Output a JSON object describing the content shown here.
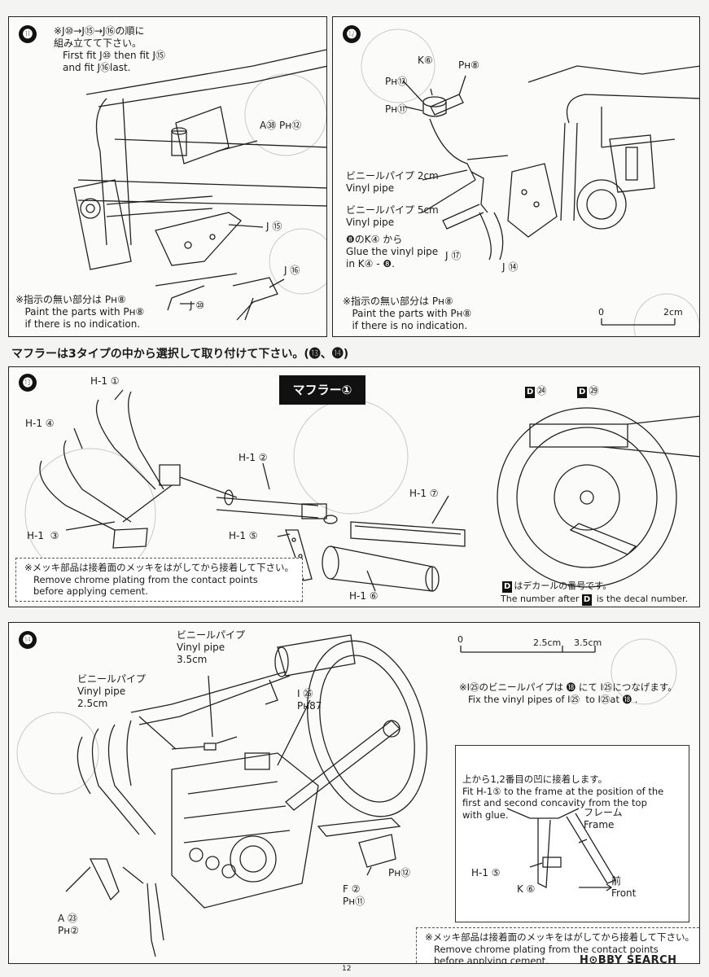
{
  "step11": {
    "number": "⓫",
    "order_note_ja": "※J⑩→J⑮→J⑯の順に\n組み立てて下さい。",
    "order_note_en": "First fit J⑩ then fit J⑮\nand fit J⑯last.",
    "label_a38": "A㊳ Pн⑫",
    "label_j15": "J ⑮",
    "label_j16": "J ⑯",
    "label_j10": "J ⑩",
    "paint_note": "※指示の無い部分は Pн⑧\n   Paint the parts with Pн⑧\n   if there is no indication."
  },
  "step12": {
    "number": "⓬",
    "label_k6": "K⑥",
    "label_ph8": "Pн⑧",
    "label_ph12": "Pн⑫",
    "label_ph11": "Pн⑪",
    "vinyl_2cm": "ビニールパイプ 2cm\nVinyl pipe",
    "vinyl_5cm": "ビニールパイプ 5cm\nVinyl pipe",
    "glue_note": "❽のK④ から\nGlue the vinyl pipe\nin K④ - ❽.",
    "label_j17": "J ⑰",
    "label_j14": "J ⑭",
    "paint_note": "※指示の無い部分は Pн⑧\n   Paint the parts with Pн⑧\n   if there is no indication.",
    "scale_zero": "0",
    "scale_end": "2cm"
  },
  "muffler_heading": "マフラーは3タイプの中から選択して取り付けて下さい。(⓭、⓮)",
  "step13": {
    "number": "⓭",
    "muffler_tag": "マフラー①",
    "label_h1_1": "H-1 ①",
    "label_h1_4": "H-1 ④",
    "label_h1_3": "H-1  ③",
    "label_h1_2": "H-1 ②",
    "label_h1_7": "H-1 ⑦",
    "label_h1_5": "H-1 ⑤",
    "label_h1_6": "H-1 ⑥",
    "decal_24": "㉔",
    "decal_29": "㉙",
    "decal_letter": "D",
    "chrome_note": "※メッキ部品は接着面のメッキをはがしてから接着して下さい。\n   Remove chrome plating from the contact points\n   before applying cement.",
    "decal_note_ja": "はデカールの番号です。",
    "decal_note_en_pre": "The number after",
    "decal_note_en_post": "is the decal number."
  },
  "step14": {
    "number": "⓮",
    "vinyl_35": "ビニールパイプ\nVinyl pipe\n3.5cm",
    "vinyl_25": "ビニールパイプ\nVinyl pipe\n2.5cm",
    "label_i26": "I ㉖\nPн87",
    "label_a23": "A ㉓\nPн②",
    "label_f2": "F ②\nPн⑪",
    "label_ph12": "Pн⑫",
    "scale_zero": "0",
    "scale_25": "2.5cm",
    "scale_35": "3.5cm",
    "vinyl_connect_note": "※I㉕のビニールパイプは ⓲ にて I㉕につなげます。\n   Fix the vinyl pipes of I㉕  to I㉕at ⓲ .",
    "fit_note": "上から1,2番目の凹に接着します。\nFit H-1⑤ to the frame at the position of the\nfirst and second concavity from the top\nwith glue.",
    "label_frame": "フレーム\nFrame",
    "label_h1_5": "H-1 ⑤",
    "label_k6": "K ⑥",
    "label_front": "前\nFront",
    "chrome_note": "※メッキ部品は接着面のメッキをはがしてから接着して下さい。\n   Remove chrome plating from the contact points\n   before applying cement."
  },
  "page_number": "12",
  "watermark": "H⊙BBY SEARCH"
}
